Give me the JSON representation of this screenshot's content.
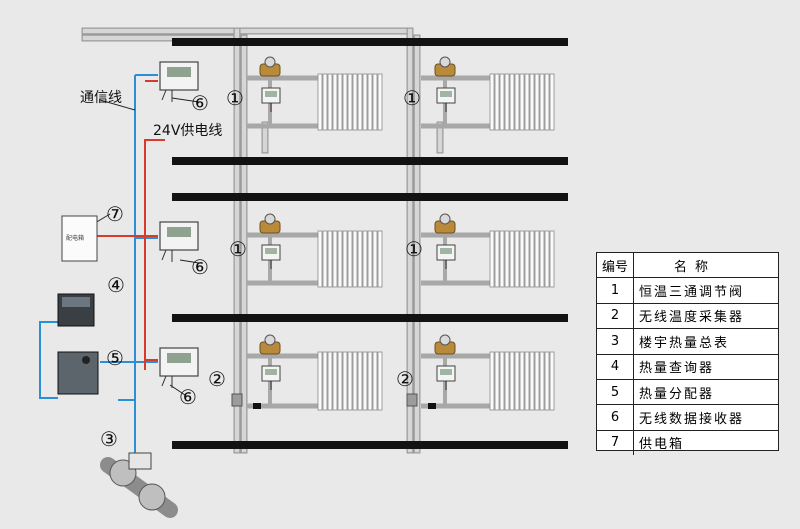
{
  "labels": {
    "comm_line": "通信线",
    "power_line": "24V供电线",
    "power_box_text": "配电箱"
  },
  "markers": [
    "①",
    "①",
    "①",
    "①",
    "②",
    "②",
    "③",
    "④",
    "⑤",
    "⑥",
    "⑥",
    "⑥",
    "⑦"
  ],
  "legend": {
    "header": {
      "no": "编号",
      "name": "名称"
    },
    "rows": [
      {
        "no": "1",
        "name": "恒温三通调节阀"
      },
      {
        "no": "2",
        "name": "无线温度采集器"
      },
      {
        "no": "3",
        "name": "楼宇热量总表"
      },
      {
        "no": "4",
        "name": "热量查询器"
      },
      {
        "no": "5",
        "name": "热量分配器"
      },
      {
        "no": "6",
        "name": "无线数据接收器"
      },
      {
        "no": "7",
        "name": "供电箱"
      }
    ]
  },
  "colors": {
    "comm_line": "#2a8fd4",
    "power_line": "#d93a2e",
    "floor": "#121212",
    "pipe": "#c4c4c4",
    "background": "#e9e9e9"
  }
}
